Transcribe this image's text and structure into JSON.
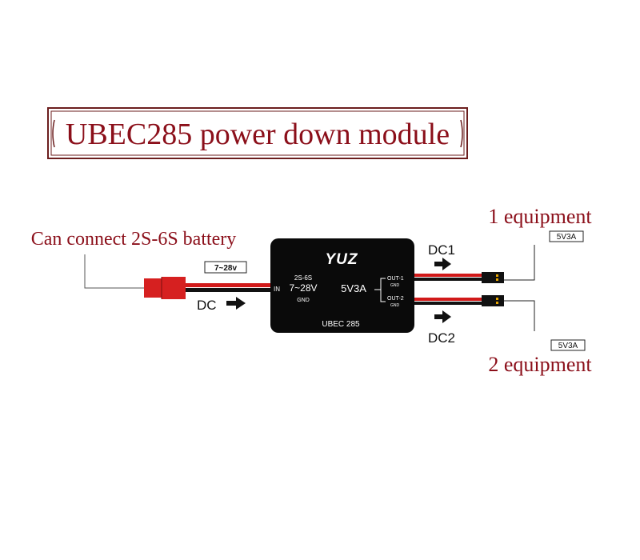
{
  "title": "UBEC285 power down module",
  "colors": {
    "accent_red": "#8b0f1a",
    "module_body": "#0a0a0a",
    "wire_red": "#d11919",
    "wire_black": "#111111",
    "connector_red": "#d62020"
  },
  "battery_note": "Can connect 2S-6S battery",
  "input_range_badge": "7~28v",
  "input_flow_label": "DC",
  "module": {
    "brand": "YUZ",
    "in_label": "IN",
    "cell_range": "2S-6S",
    "voltage_range": "7~28V",
    "gnd": "GND",
    "output_rating": "5V3A",
    "out1": "OUT-1",
    "out1_gnd": "GND",
    "out2": "OUT-2",
    "out2_gnd": "GND",
    "model": "UBEC 285"
  },
  "outputs": [
    {
      "flow_label": "DC1",
      "equipment": "1 equipment",
      "rating": "5V3A"
    },
    {
      "flow_label": "DC2",
      "equipment": "2 equipment",
      "rating": "5V3A"
    }
  ],
  "icons": [
    "arrow-right-icon",
    "xt-connector-icon",
    "servo-plug-icon",
    "yuz-logo"
  ]
}
